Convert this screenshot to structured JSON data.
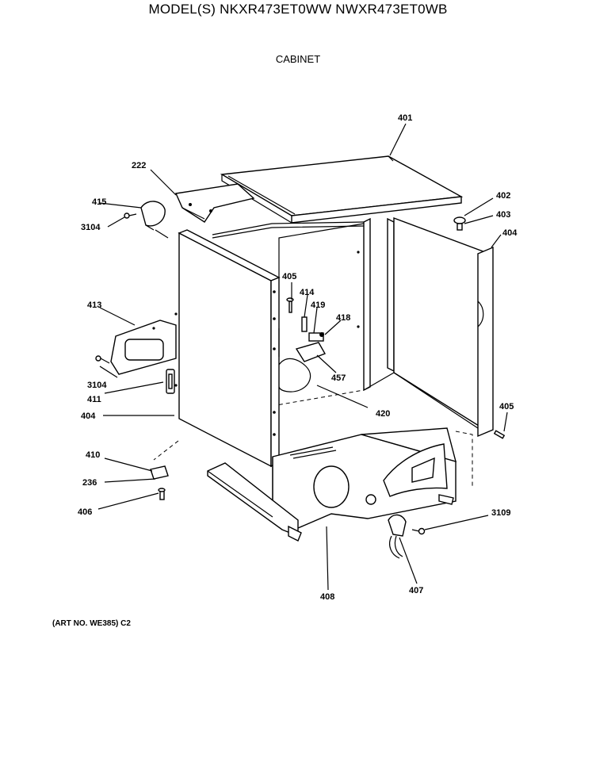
{
  "header": {
    "title": "MODEL(S) NKXR473ET0WW  NWXR473ET0WB",
    "subtitle": "CABINET"
  },
  "footer": {
    "art_no": "(ART NO. WE385) C2"
  },
  "part_labels": {
    "p401": "401",
    "p222": "222",
    "p415": "415",
    "p3104_top": "3104",
    "p402": "402",
    "p403": "403",
    "p404_right": "404",
    "p405_center": "405",
    "p414": "414",
    "p419": "419",
    "p418": "418",
    "p413": "413",
    "p3104_left": "3104",
    "p411": "411",
    "p457": "457",
    "p404_left": "404",
    "p420": "420",
    "p405_right": "405",
    "p410": "410",
    "p236": "236",
    "p406": "406",
    "p3109": "3109",
    "p408": "408",
    "p407": "407"
  }
}
